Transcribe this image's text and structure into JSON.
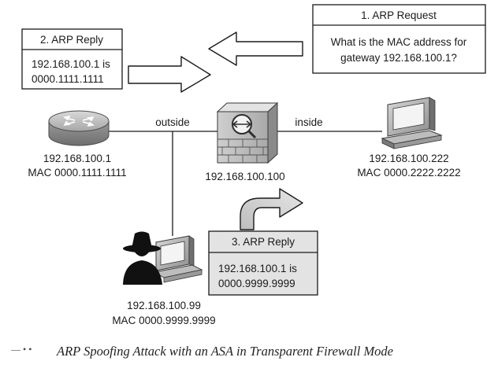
{
  "arp_request": {
    "title": "1. ARP Request",
    "line1": "What is the MAC address for",
    "line2": "gateway 192.168.100.1?"
  },
  "arp_reply_2": {
    "title": "2. ARP Reply",
    "line1": "192.168.100.1 is",
    "line2": "0000.1111.1111"
  },
  "arp_reply_3": {
    "title": "3. ARP Reply",
    "line1": "192.168.100.1 is",
    "line2": "0000.9999.9999"
  },
  "router": {
    "ip": "192.168.100.1",
    "mac": "MAC 0000.1111.1111",
    "icon": "router-icon"
  },
  "firewall": {
    "ip": "192.168.100.100",
    "icon": "firewall-icon"
  },
  "host": {
    "ip": "192.168.100.222",
    "mac": "MAC 0000.2222.2222",
    "icon": "workstation-icon"
  },
  "attacker": {
    "ip": "192.168.100.99",
    "mac": "MAC 0000.9999.9999",
    "icon": "attacker-icon"
  },
  "links": {
    "outside": "outside",
    "inside": "inside"
  },
  "caption": "ARP Spoofing Attack with an ASA in Transparent Firewall Mode",
  "figure_number": "— • •"
}
